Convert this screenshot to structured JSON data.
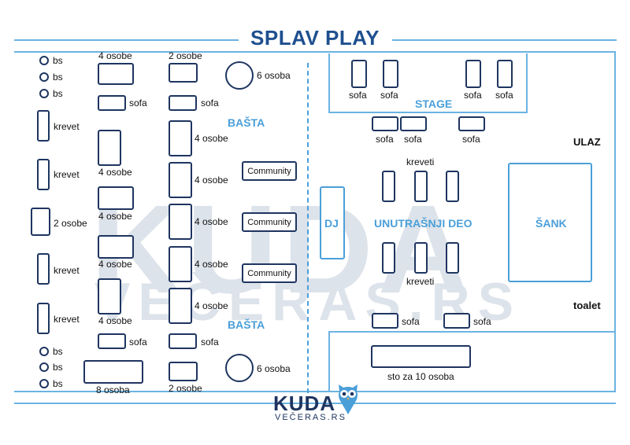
{
  "title": "SPLAV PLAY",
  "zones": {
    "basta_top": "BAŠTA",
    "basta_bottom": "BAŠTA",
    "stage": "STAGE",
    "dj": "DJ",
    "inside": "UNUTRAŠNJI DEO",
    "bar": "ŠANK"
  },
  "side_labels": {
    "entrance": "ULAZ",
    "toilet": "toalet"
  },
  "watermark": {
    "main": "KUDA",
    "sub": "VEČERAS.RS"
  },
  "logo": {
    "main": "KUDA",
    "sub": "VEČERAS.RS"
  },
  "labels": {
    "bs": "bs",
    "krevet": "krevet",
    "kreveti": "kreveti",
    "sofa": "sofa",
    "p2": "2 osobe",
    "p4": "4 osobe",
    "p6": "6 osoba",
    "p8": "8 osoba",
    "community": "Community",
    "sto10": "sto za 10 osoba"
  },
  "colors": {
    "title": "#1e4f8f",
    "zone": "#4a9fd9",
    "outline": "#1e3560",
    "line": "#6bb3e2"
  }
}
